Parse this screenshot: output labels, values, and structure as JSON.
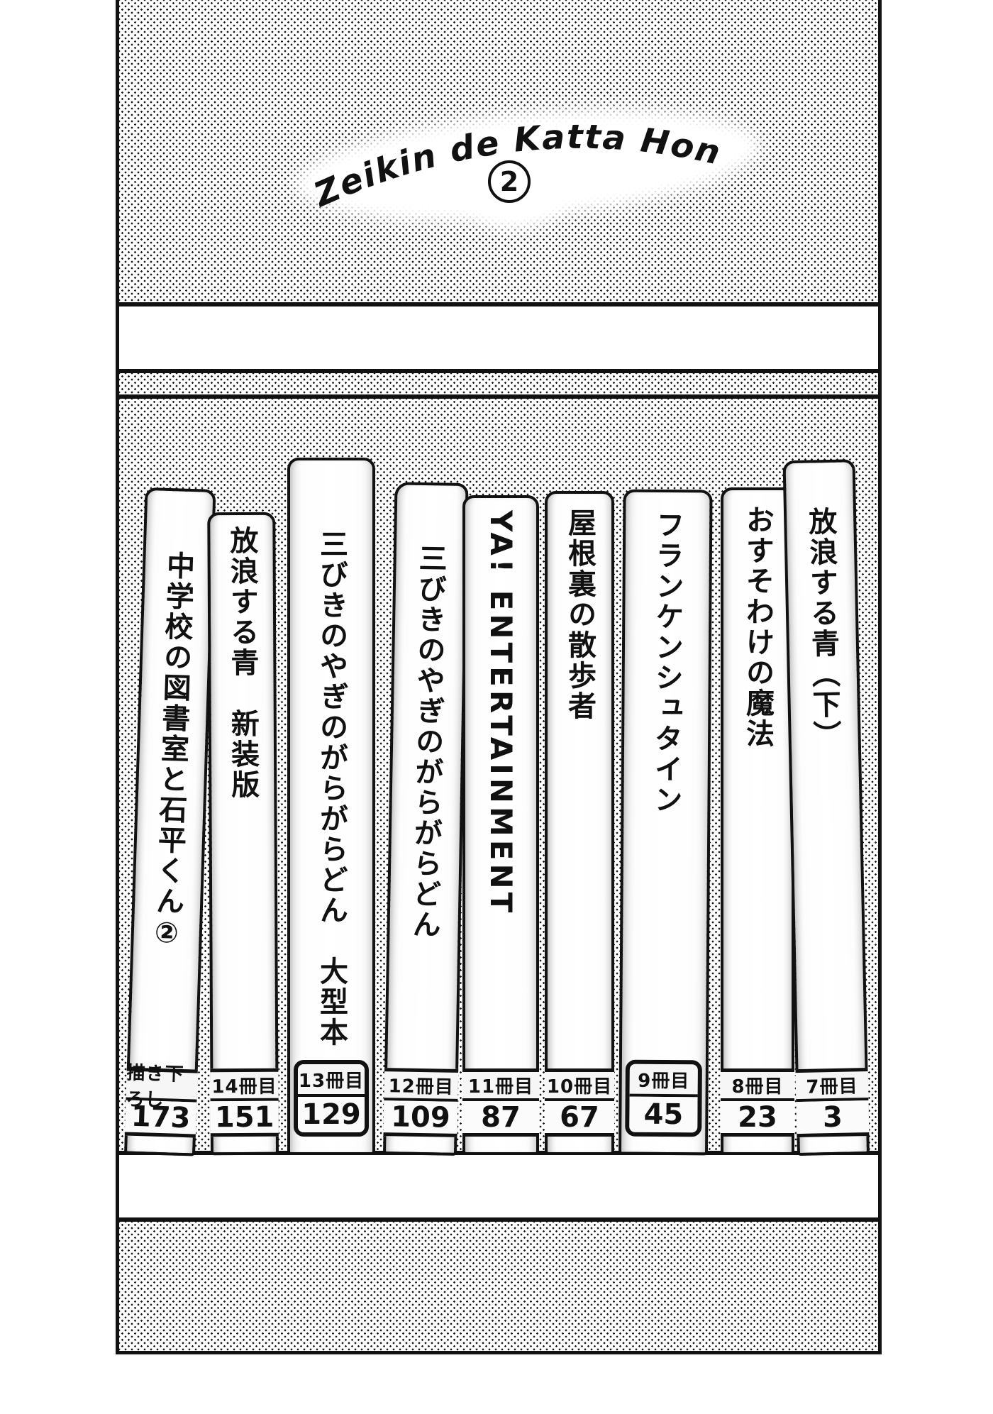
{
  "header": {
    "title": "Zeikin de Katta Hon",
    "volume": "2"
  },
  "books": [
    {
      "title": "中学校の図書室と石平くん②",
      "label": "描き下ろし",
      "page": "173"
    },
    {
      "title": "放浪する青　新装版",
      "label": "14冊目",
      "page": "151"
    },
    {
      "title": "三びきのやぎのがらがらどん　大型本",
      "label": "13冊目",
      "page": "129"
    },
    {
      "title": "三びきのやぎのがらがらどん",
      "label": "12冊目",
      "page": "109"
    },
    {
      "title": "YA! ENTERTAINMENT",
      "label": "11冊目",
      "page": "87"
    },
    {
      "title": "屋根裏の散歩者",
      "label": "10冊目",
      "page": "67"
    },
    {
      "title": "フランケンシュタイン",
      "label": "9冊目",
      "page": "45"
    },
    {
      "title": "おすそわけの魔法",
      "label": "8冊目",
      "page": "23"
    },
    {
      "title": "放浪する青（下）",
      "label": "7冊目",
      "page": "3"
    }
  ]
}
